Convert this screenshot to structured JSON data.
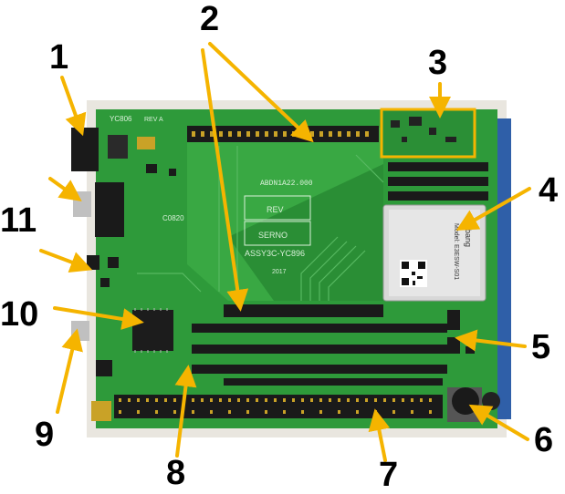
{
  "callouts": [
    {
      "label": "1"
    },
    {
      "label": "2"
    },
    {
      "label": "3"
    },
    {
      "label": "4"
    },
    {
      "label": "5"
    },
    {
      "label": "6"
    },
    {
      "label": "7"
    },
    {
      "label": "8"
    },
    {
      "label": "9"
    },
    {
      "label": "10"
    },
    {
      "label": "11"
    }
  ],
  "board_silkscreen": {
    "board_name": "YC806",
    "rev_tag": "REV A",
    "part_number": "ABDN1A22.000",
    "rev_box": "REV",
    "serial_box": "SERNO",
    "assy": "ASSY3C-YC896",
    "year": "2017",
    "chip_label": "C0820"
  },
  "wifi_module": {
    "brand": "Ebang",
    "model": "Model: E3ESW-S01"
  },
  "colors": {
    "pcb": "#2e9a3a",
    "pcb_dark": "#1f7a2a",
    "arrow": "#f5b400",
    "header": "#1a1a1a",
    "gold": "#c9a227"
  }
}
